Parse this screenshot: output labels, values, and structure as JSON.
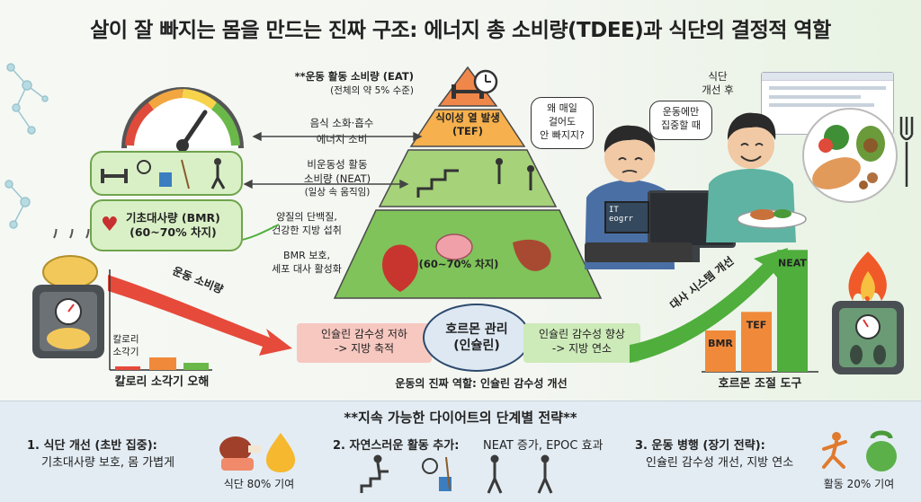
{
  "title": "살이 잘 빠지는 몸을 만드는 진짜 구조: 에너지 총 소비량(TDEE)과 식단의 결정적 역할",
  "pyramid": {
    "eat_label": "**운동 활동 소비량 (EAT)",
    "eat_sub": "(전체의 약 5% 수준)",
    "tef_left_1": "음식 소화·흡수",
    "tef_left_2": "에너지 소비",
    "tef_label_1": "식이성 열 발생",
    "tef_label_2": "(TEF)",
    "neat_label_1": "비운동성 활동",
    "neat_label_2": "소비량 (NEAT)",
    "neat_sub": "(일상 속 움직임)",
    "bmr_left_1": "양질의 단백질,",
    "bmr_left_2": "건강한 지방 섭취",
    "bmr_left_3": "BMR 보호,",
    "bmr_left_4": "세포 대사 활성화",
    "bmr_inner": "(60~70% 차지)"
  },
  "left_panel": {
    "bmr_box_1": "기초대사량 (BMR)",
    "bmr_box_2": "(60~70% 차지)",
    "arrow_label": "운동 소비량",
    "cal_small_1": "칼로리",
    "cal_small_2": "소각기",
    "caption": "칼로리 소각기 오해"
  },
  "center": {
    "bubble_1": "왜 매일\n걸어도\n안 빠지지?",
    "bubble_2": "운동에만\n집중할 때",
    "diet_after": "식단\n개선 후",
    "monitor_text": "IT eogrr",
    "left_box_1": "인슐린 감수성 저하",
    "left_box_2": "-> 지방 축적",
    "hormone_1": "호르몬 관리",
    "hormone_2": "(인슐린)",
    "right_box_1": "인슐린 감수성 향상",
    "right_box_2": "-> 지방 연소",
    "caption": "운동의 진짜 역할: 인슐린 감수성 개선"
  },
  "right_panel": {
    "arrow_label": "대사 시스템 개선",
    "bar_labels": [
      "BMR",
      "TEF",
      "NEAT"
    ],
    "bar_values": [
      1,
      1.45,
      2.95
    ],
    "caption": "호르몬 조절 도구"
  },
  "strategy": {
    "title": "**지속 가능한 다이어트의 단계별 전략**",
    "s1_title": "1. 식단 개선 (초반 집중):",
    "s1_sub": "기초대사량 보호, 몸 가볍게",
    "s1_foot": "식단 80% 기여",
    "s2_title": "2. 자연스러운 활동 추가:",
    "s2_sub": "NEAT 증가, EPOC 효과",
    "s3_title": "3. 운동 병행 (장기 전략):",
    "s3_sub": "인슐린 감수성 개선, 지방 연소",
    "s3_foot": "활동 20% 기여"
  },
  "colors": {
    "pyramid_top": "#f0874a",
    "pyramid_tef": "#f6b04d",
    "pyramid_neat": "#a6d27a",
    "pyramid_bmr": "#7fc35a",
    "red_arrow": "#e64a3a",
    "green_arrow": "#4fae3c",
    "bar_orange": "#f08a3a",
    "bar_green": "#4fae3c",
    "navy": "#2d4a6d"
  }
}
